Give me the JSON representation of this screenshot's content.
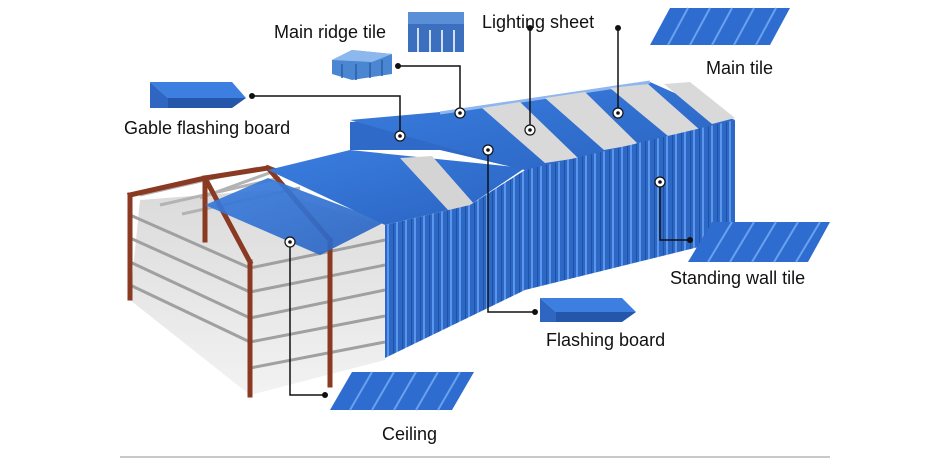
{
  "labels": {
    "main_ridge_tile": "Main ridge tile",
    "lighting_sheet": "Lighting sheet",
    "main_tile": "Main tile",
    "gable_flashing_board": "Gable flashing board",
    "standing_wall_tile": "Standing wall tile",
    "flashing_board": "Flashing board",
    "ceiling": "Ceiling"
  },
  "colors": {
    "panel_blue": "#2f6fd0",
    "panel_blue_dark": "#1d4fa8",
    "panel_blue_light": "#4d8fe6",
    "skylight": "#d9d9d9",
    "frame": "#8a3a22",
    "purlin": "#9a9a9a",
    "leader": "#111111"
  }
}
